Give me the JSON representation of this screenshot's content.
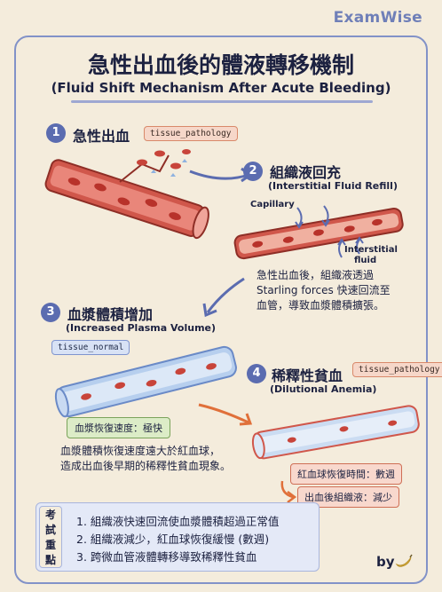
{
  "brand": "ExamWise",
  "title": "急性出血後的體液轉移機制",
  "subtitle": "(Fluid Shift Mechanism After Acute Bleeding)",
  "steps": [
    {
      "num": "1",
      "title": "急性出血",
      "tag": "tissue_pathology"
    },
    {
      "num": "2",
      "title": "組織液回充",
      "subtitle": "(Interstitial Fluid Refill)",
      "label_capillary": "Capillary",
      "label_interstitial_1": "Interstitial",
      "label_interstitial_2": "fluid",
      "desc": [
        "急性出血後，組織液透過",
        "Starling forces 快速回流至",
        "血管，導致血漿體積擴張。"
      ]
    },
    {
      "num": "3",
      "title": "血漿體積增加",
      "subtitle": "(Increased Plasma Volume)",
      "tag": "tissue_normal",
      "box": "血漿恢復速度：極快",
      "desc": [
        "血漿體積恢復速度遠大於紅血球，",
        "造成出血後早期的稀釋性貧血現象。"
      ]
    },
    {
      "num": "4",
      "title": "稀釋性貧血",
      "subtitle": "(Dilutional Anemia)",
      "tag": "tissue_pathology",
      "box1": "紅血球恢復時間：數週",
      "box2": "出血後組織液：減少"
    }
  ],
  "exam": {
    "label_chars": [
      "考",
      "試",
      "重",
      "點"
    ],
    "items": [
      "1. 組織液快速回流使血漿體積超過正常值",
      "2. 組織液減少，紅血球恢復緩慢 (數週)",
      "3. 跨微血管液體轉移導致稀釋性貧血"
    ]
  },
  "byline": "by",
  "colors": {
    "accent": "#5b6cb0",
    "vessel_red": "#c8443a",
    "plasma_blue": "#8fb2e0",
    "arrow_orange": "#e0703a"
  }
}
